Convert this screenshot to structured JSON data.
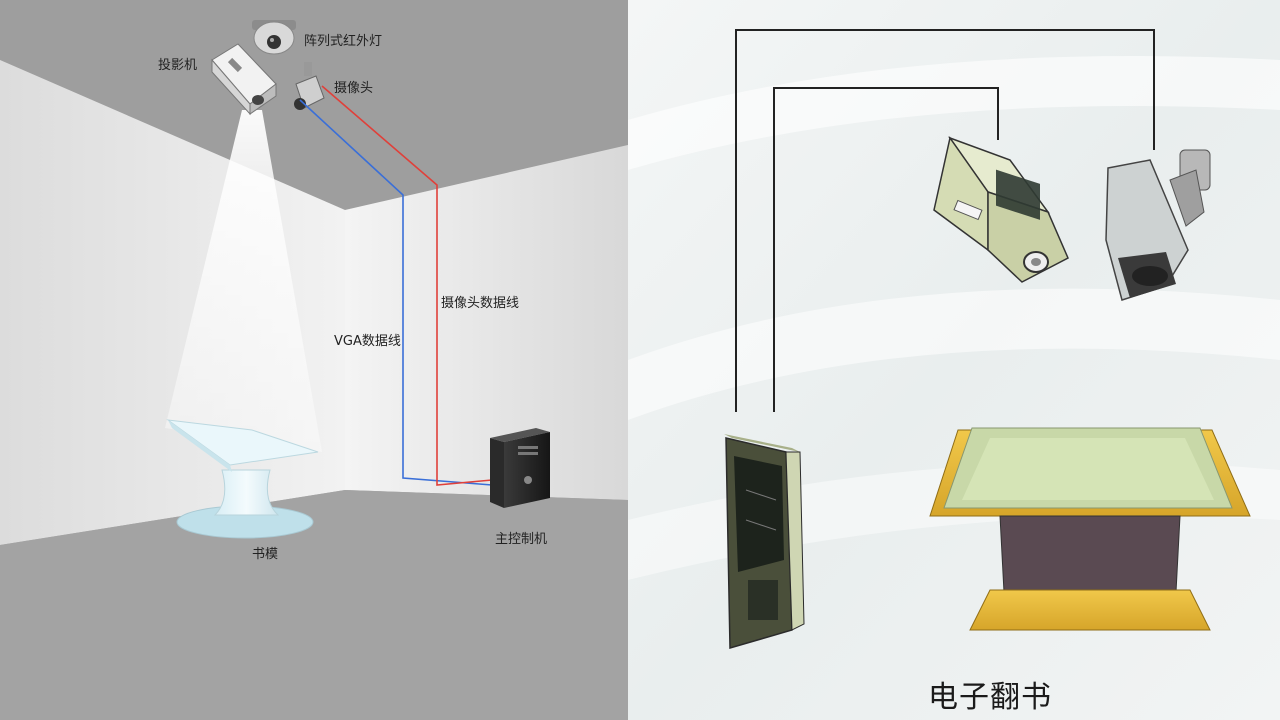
{
  "left_panel": {
    "labels": {
      "ir_light": "阵列式红外灯",
      "projector": "投影机",
      "camera": "摄像头",
      "camera_cable": "摄像头数据线",
      "vga_cable": "VGA数据线",
      "book_model": "书模",
      "main_controller": "主控制机"
    },
    "colors": {
      "vga_cable": "#3a6fd8",
      "camera_cable": "#e0403a"
    }
  },
  "right_panel": {
    "caption": "电子翻书"
  }
}
